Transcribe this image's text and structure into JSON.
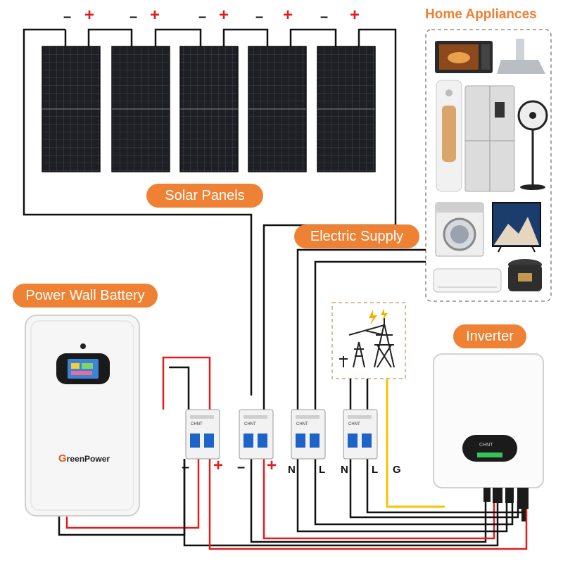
{
  "labels": {
    "solar_panels": "Solar Panels",
    "electric_supply": "Electric Supply",
    "power_wall_battery": "Power Wall Battery",
    "inverter": "Inverter",
    "home_appliances": "Home Appliances",
    "battery_brand_g": "G",
    "battery_brand_rest": "reenPower",
    "breaker_brand": "CHNT",
    "inverter_display_text": "CHNT"
  },
  "panel_terminals": [
    {
      "minus": "–",
      "plus": "+"
    },
    {
      "minus": "–",
      "plus": "+"
    },
    {
      "minus": "–",
      "plus": "+"
    },
    {
      "minus": "–",
      "plus": "+"
    },
    {
      "minus": "–",
      "plus": "+"
    }
  ],
  "breaker_terminals": [
    "–",
    "+",
    "–",
    "+",
    "N",
    "L",
    "N",
    "L",
    "G"
  ],
  "appliances": [
    "microwave-icon",
    "range-hood-icon",
    "tower-ac-icon",
    "refrigerator-icon",
    "fan-icon",
    "washing-machine-icon",
    "tv-icon",
    "split-ac-icon",
    "rice-cooker-icon"
  ],
  "colors": {
    "accent": "#ee8133",
    "positive_wire": "#e01e1e",
    "negative_wire": "#111111",
    "ground_wire": "#f3c400"
  }
}
